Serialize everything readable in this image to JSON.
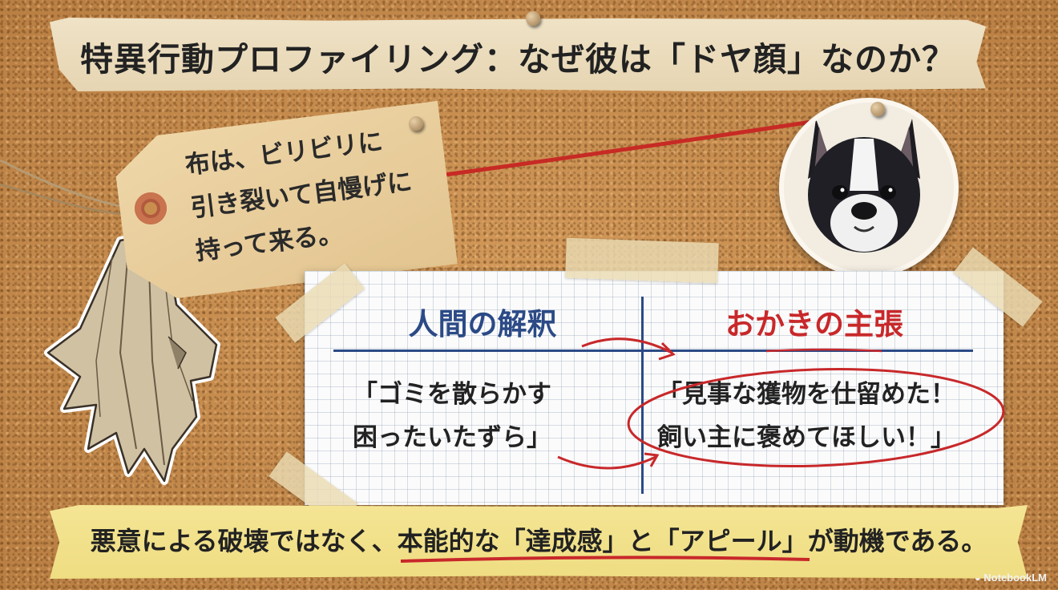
{
  "title": "特異行動プロファイリング：なぜ彼は「ドヤ顔」なのか？",
  "tag_lines": [
    "布は、ビリビリに",
    "引き裂いて自慢げに",
    "持って来る。"
  ],
  "left_column": {
    "heading": "人間の解釈",
    "lines": [
      "「ゴミを散らかす",
      "困ったいたずら」"
    ]
  },
  "right_column": {
    "heading": "おかきの主張",
    "lines": [
      "「見事な獲物を仕留めた！",
      "飼い主に褒めてほしい！」"
    ]
  },
  "conclusion": {
    "part1": "悪意による破壊ではなく、",
    "part2": "本能的な「達成感」と「アピール」",
    "part3": "が動機である。"
  },
  "brand": "NotebookLM",
  "colors": {
    "left_heading": "#2b4a86",
    "right_heading": "#c8282a",
    "red_accent": "#c8282a",
    "highlight": "#f2e289"
  }
}
